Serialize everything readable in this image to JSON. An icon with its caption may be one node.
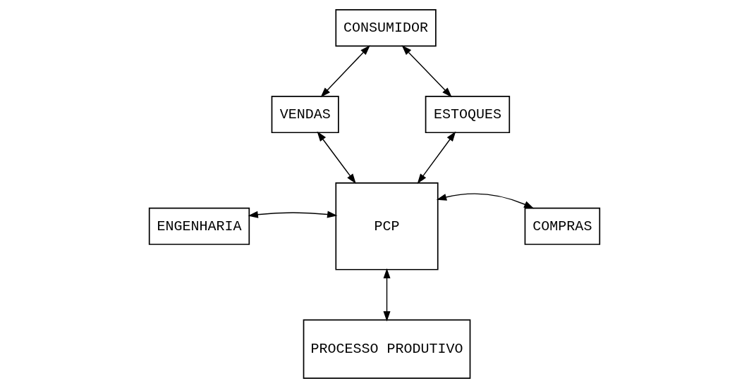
{
  "diagram": {
    "nodes": [
      {
        "text": [
          "CONSUMIDOR"
        ]
      },
      {
        "text": [
          "VENDAS"
        ]
      },
      {
        "text": [
          "ESTOQUES"
        ]
      },
      {
        "text": [
          "ENGENHARIA"
        ]
      },
      {
        "text": [
          "PCP"
        ]
      },
      {
        "text": [
          "COMPRAS"
        ]
      },
      {
        "text": [
          "PROCESSO PRODUTIVO"
        ]
      }
    ],
    "edges": [
      {
        "from": 0,
        "to": 1,
        "arrow": "both"
      },
      {
        "from": 0,
        "to": 2,
        "arrow": "both"
      },
      {
        "from": 1,
        "to": 4,
        "arrow": "both"
      },
      {
        "from": 2,
        "to": 4,
        "arrow": "both"
      },
      {
        "from": 3,
        "to": 4,
        "arrow": "both"
      },
      {
        "from": 4,
        "to": 5,
        "arrow": "both"
      },
      {
        "from": 4,
        "to": 6,
        "arrow": "both"
      }
    ]
  }
}
